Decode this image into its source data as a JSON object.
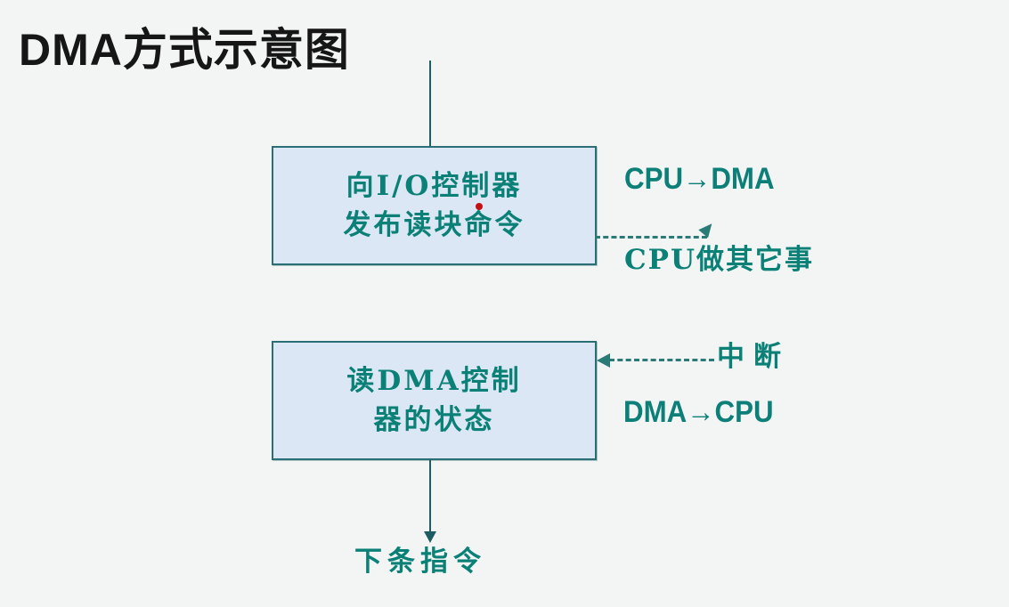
{
  "page": {
    "title": "DMA方式示意图"
  },
  "colors": {
    "background": "#f3f5f4",
    "box_fill": "#dce7f5",
    "box_border": "#2a6f75",
    "connector_line": "#1d5c63",
    "dashed_line": "#2a7a78",
    "diagram_text": "#0a8076",
    "annotation_text": "#0c7f78",
    "title_text": "#161616",
    "pointer_dot": "#c41010"
  },
  "flow": {
    "box1": {
      "line1": "向I/O控制器",
      "line2": "发布读块命令"
    },
    "box2": {
      "line1": "读DMA控制",
      "line2": "器的状态"
    },
    "annotations": {
      "cpu_to_dma": "CPU→DMA",
      "cpu_does_other": "CPU做其它事",
      "interrupt": "中断",
      "dma_to_cpu": "DMA→CPU",
      "next_instruction": "下条指令"
    }
  }
}
